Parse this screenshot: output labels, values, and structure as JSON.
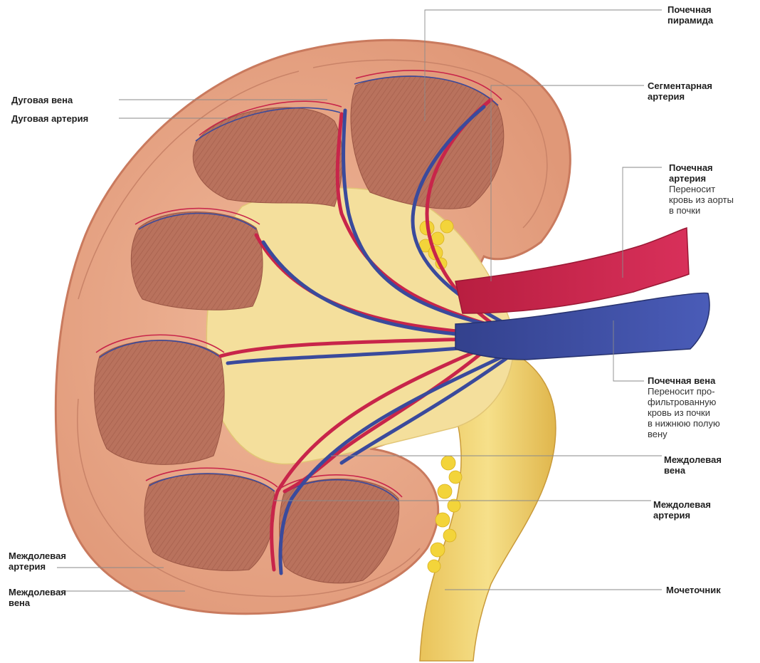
{
  "labels": {
    "renal_pyramid": {
      "title": "Почечная\nпирамида"
    },
    "segmental_artery": {
      "title": "Сегментарная\nартерия"
    },
    "renal_artery": {
      "title": "Почечная\nартерия",
      "desc": "Переносит\nкровь из аорты\nв почки"
    },
    "renal_vein": {
      "title": "Почечная вена",
      "desc": "Переносит про-\nфильтрованную\nкровь из почки\nв нижнюю полую\nвену"
    },
    "interlobar_vein_right": {
      "title": "Междолевая\nвена"
    },
    "interlobar_artery_right": {
      "title": "Междолевая\nартерия"
    },
    "ureter": {
      "title": "Мочеточник"
    },
    "arcuate_vein": {
      "title": "Дуговая вена"
    },
    "arcuate_artery": {
      "title": "Дуговая артерия"
    },
    "interlobar_artery_left": {
      "title": "Междолевая\nартерия"
    },
    "interlobar_vein_left": {
      "title": "Междолевая\nвена"
    }
  },
  "colors": {
    "cortex": "#e8a889",
    "cortex_edge": "#c97a5e",
    "pyramid": "#b8735f",
    "sinus_fat": "#f6e2a0",
    "pelvis": "#f0d57a",
    "artery": "#c8254a",
    "vein": "#3a4a9c",
    "fat_globules": "#f3d43a"
  }
}
